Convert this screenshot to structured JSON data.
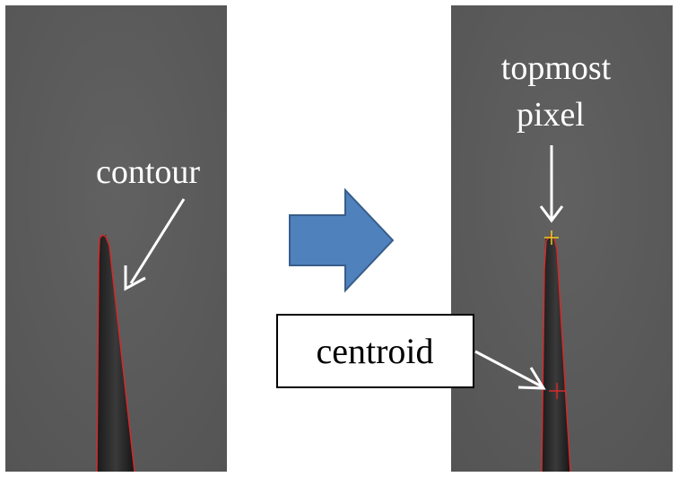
{
  "left_panel": {
    "annotation": "contour"
  },
  "right_panel": {
    "annotation_top_line1": "topmost",
    "annotation_top_line2": "pixel",
    "annotation_box": "centroid"
  },
  "colors": {
    "background_image": "#5a5a5a",
    "contour": "#d42a2a",
    "marker_topmost": "#e8d020",
    "marker_centroid": "#d42a2a",
    "arrow_fill": "#4f81bd",
    "arrow_stroke": "#385d8a"
  },
  "icons": {
    "transition": "right-arrow-icon",
    "topmost_marker": "plus-marker-icon",
    "centroid_marker": "plus-marker-icon"
  }
}
